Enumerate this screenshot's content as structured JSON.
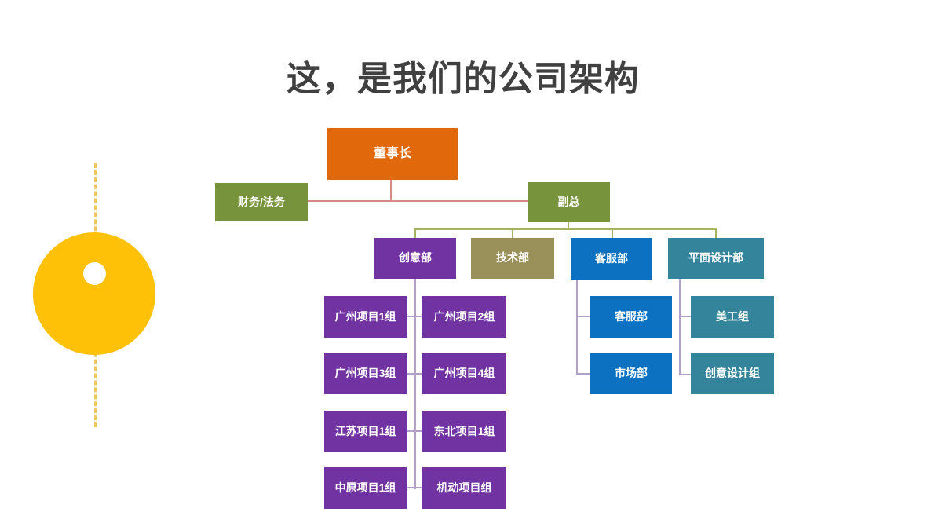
{
  "slide": {
    "title": "这，是我们的公司架构"
  },
  "colors": {
    "title_text": "#404040",
    "chairman_bg": "#E2690B",
    "olive_bg": "#77933C",
    "purple_bg": "#7133A1",
    "khaki_bg": "#99905A",
    "blue_bg": "#0B71C0",
    "teal_bg": "#34849B",
    "box_text": "#FFFFFF",
    "connector_red": "#D58B88",
    "connector_green": "#A4B45F",
    "connector_purple": "#B2A1C7",
    "accent_circle_yellow": "#FFC107",
    "dashed_line_yellow": "#EFC75E"
  },
  "org": {
    "chairman": {
      "label": "董事长"
    },
    "finance": {
      "label": "财务/法务"
    },
    "vp": {
      "label": "副总"
    },
    "departments": {
      "creative": {
        "label": "创意部"
      },
      "tech": {
        "label": "技术部"
      },
      "service": {
        "label": "客服部"
      },
      "design": {
        "label": "平面设计部"
      }
    },
    "creative_teams": [
      {
        "label": "广州项目1组"
      },
      {
        "label": "广州项目2组"
      },
      {
        "label": "广州项目3组"
      },
      {
        "label": "广州项目4组"
      },
      {
        "label": "江苏项目1组"
      },
      {
        "label": "东北项目1组"
      },
      {
        "label": "中原项目1组"
      },
      {
        "label": "机动项目组"
      }
    ],
    "service_teams": [
      {
        "label": "客服部"
      },
      {
        "label": "市场部"
      }
    ],
    "design_teams": [
      {
        "label": "美工组"
      },
      {
        "label": "创意设计组"
      }
    ]
  }
}
